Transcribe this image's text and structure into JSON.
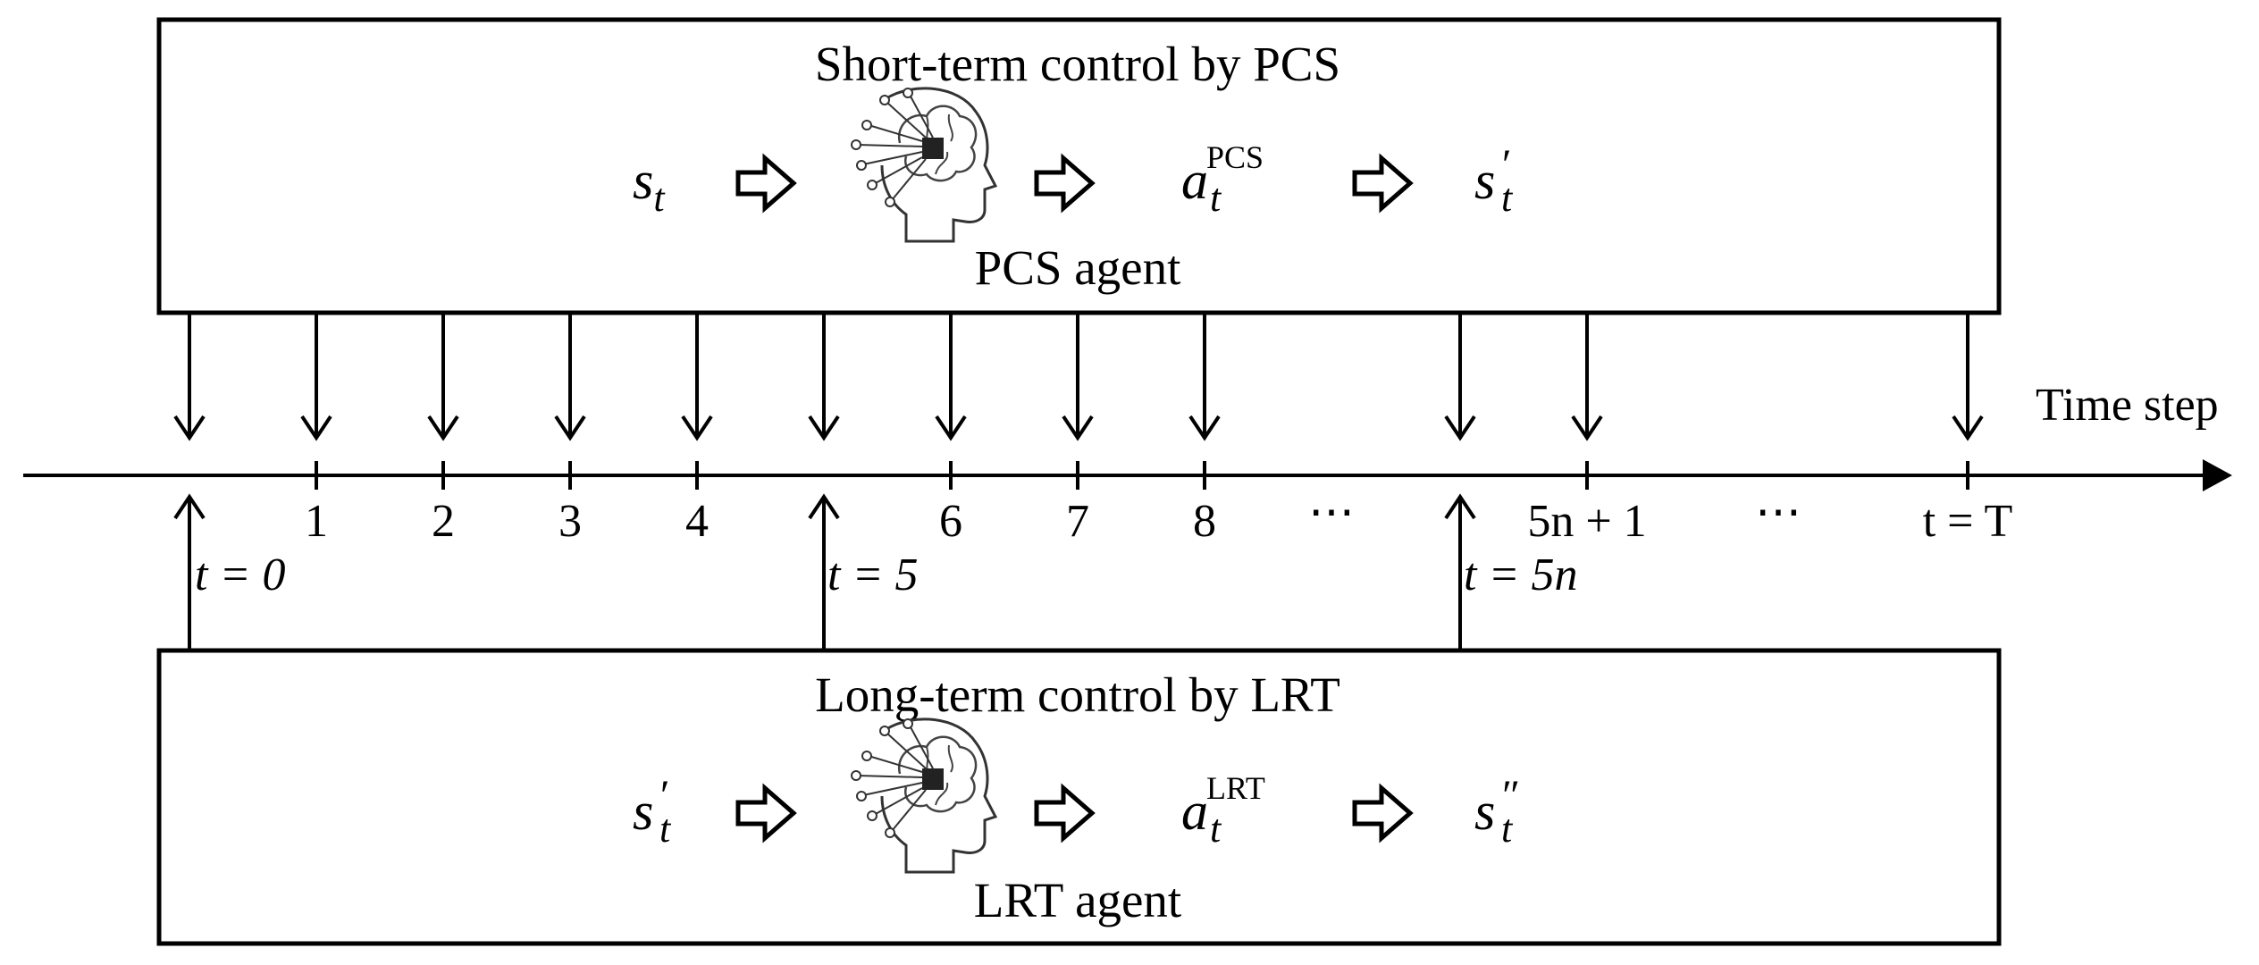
{
  "pcs_panel": {
    "title": "Short-term control by PCS",
    "agent_label": "PCS agent",
    "flow": {
      "input": "s",
      "input_sub": "t",
      "action": "a",
      "action_sub": "t",
      "action_sup": "PCS",
      "output": "s",
      "output_sub": "t",
      "output_prime": "′"
    }
  },
  "lrt_panel": {
    "title": "Long-term control by LRT",
    "agent_label": "LRT agent",
    "flow": {
      "input": "s",
      "input_sub": "t",
      "input_prime": "′",
      "action": "a",
      "action_sub": "t",
      "action_sup": "LRT",
      "output": "s",
      "output_sub": "t",
      "output_prime": "″"
    }
  },
  "timeline": {
    "label": "Time step",
    "ticks": [
      "1",
      "2",
      "3",
      "4",
      "6",
      "7",
      "8",
      "⋯",
      "5n + 1",
      "⋯",
      "t = T"
    ],
    "lrt_markers": [
      "t = 0",
      "t = 5",
      "t = 5n"
    ]
  },
  "icons": {
    "agent": "ai-brain-head-icon"
  }
}
